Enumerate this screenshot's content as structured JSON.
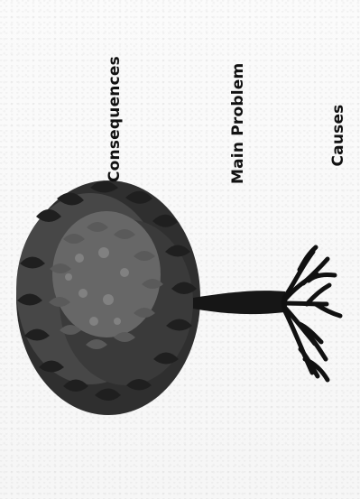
{
  "labels": {
    "consequences": "Consequences",
    "main_problem": "Main Problem",
    "causes": "Causes"
  },
  "colors": {
    "foliage_dark": "#2a2a2a",
    "foliage_mid": "#505050",
    "foliage_light": "#7a7a7a",
    "trunk": "#151515",
    "background": "#f8f8f8"
  },
  "icons": {
    "tree": "tree-icon",
    "roots": "roots-icon"
  }
}
